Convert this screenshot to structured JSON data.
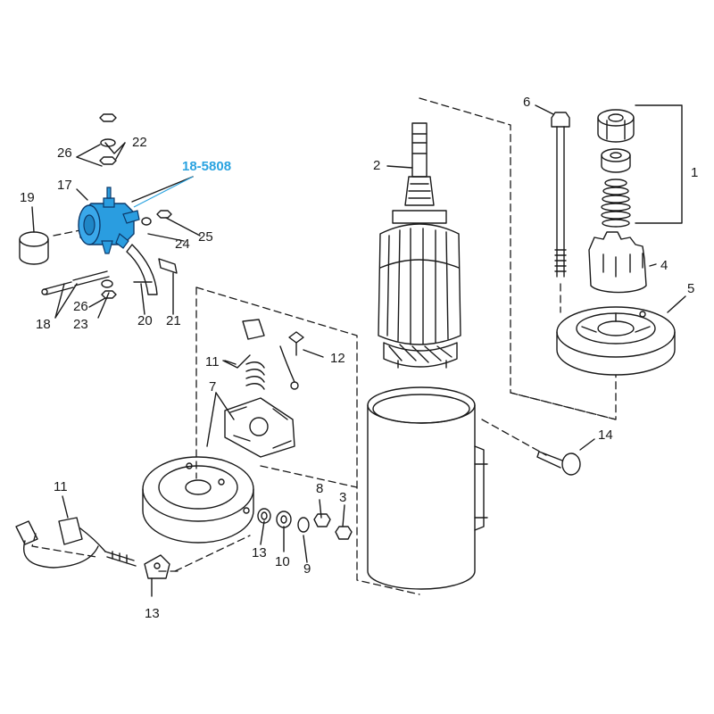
{
  "diagram": {
    "highlight": {
      "part_number": "18-5808",
      "color": "#2aa3e0",
      "part_fill": "#2a9de0"
    },
    "callouts": [
      "1",
      "2",
      "3",
      "4",
      "5",
      "6",
      "7",
      "8",
      "9",
      "10",
      "11",
      "11",
      "12",
      "13",
      "14",
      "17",
      "18",
      "19",
      "20",
      "21",
      "22",
      "23",
      "23",
      "24",
      "25",
      "26",
      "26"
    ]
  }
}
